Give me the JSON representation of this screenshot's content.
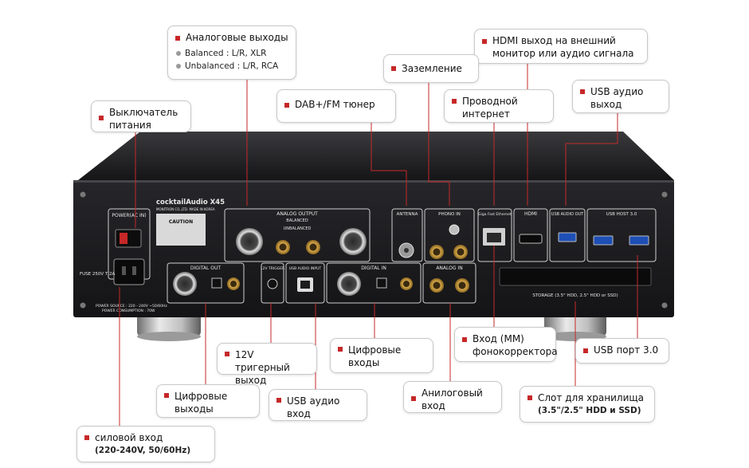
{
  "device": {
    "brand": "cocktailAudio X45",
    "brand_sub": "MONITRON CO.,LTD.  MADE IN KOREA",
    "panels": {
      "power_ac_in": "POWER(AC IN)",
      "analog_output": "ANALOG OUTPUT",
      "balanced": "BALANCED",
      "unbalanced": "UNBALANCED",
      "antenna": "ANTENNA",
      "phono_in": "PHONO IN",
      "giga_ethernet": "Giga Fast Ethernet",
      "hdmi": "HDMI",
      "usb_audio_out": "USB AUDIO OUT",
      "usb_host": "USB HOST 3.0",
      "digital_out": "DIGITAL OUT",
      "trigger": "12V TRIGGER",
      "usb_audio_input": "USB AUDIO INPUT",
      "digital_in": "DIGITAL IN",
      "analog_in": "ANALOG IN",
      "storage": "STORAGE (3.5\" HDD, 2.5\" HDD or SSD)",
      "fuse": "FUSE 250V T 2A",
      "power_source": "POWER SOURCE : 220 - 240V ~50/60Hz",
      "power_consumption": "POWER CONSUMPTION : 70W",
      "caution": "CAUTION"
    }
  },
  "callouts": {
    "analog_outputs": {
      "title": "Аналоговые выходы",
      "line1": "Balanced : L/R, XLR",
      "line2": "Unbalanced : L/R, RCA"
    },
    "hdmi": {
      "title": "HDMI выход на внешний монитор или аудио сигнала"
    },
    "ground": {
      "title": "Заземление"
    },
    "power_switch": {
      "title": "Выключатель питания"
    },
    "dab_fm": {
      "title": "DAB+/FM тюнер"
    },
    "ethernet": {
      "title": "Проводной интернет"
    },
    "usb_audio_out": {
      "title": "USB аудио выход"
    },
    "phono_mm": {
      "title": "Вход (MM) фонокорректора"
    },
    "usb3": {
      "title": "USB порт 3.0"
    },
    "trigger": {
      "title": "12V тригерный выход"
    },
    "digital_in": {
      "title": "Цифровые входы"
    },
    "digital_out": {
      "title": "Цифровые выходы"
    },
    "usb_audio_in": {
      "title": "USB аудио вход"
    },
    "analog_in": {
      "title": "Анилоговый вход"
    },
    "storage": {
      "title": "Слот для хранилища",
      "sub": "(3.5\"/2.5\" HDD и SSD)"
    },
    "power_in": {
      "title": "силовой вход",
      "sub": "(220-240V, 50/60Hz)"
    }
  },
  "colors": {
    "marker": "#c62828",
    "leader": "#c62828",
    "chassis": "#1d1d1f"
  }
}
